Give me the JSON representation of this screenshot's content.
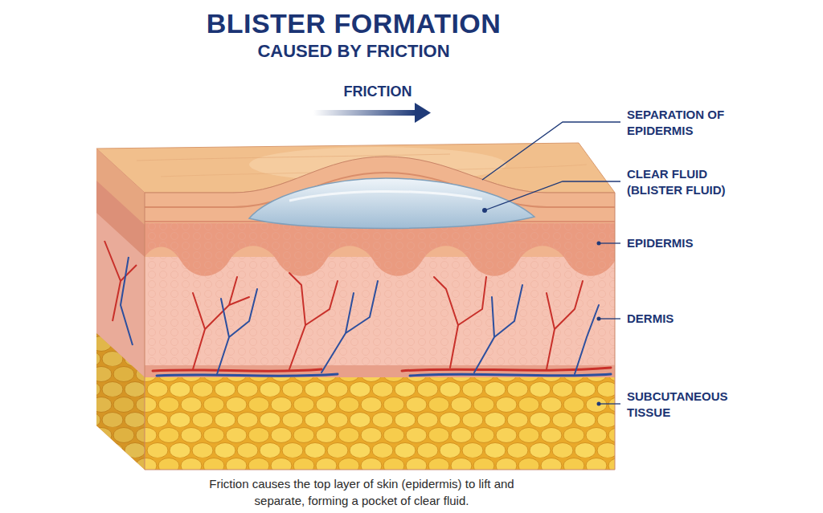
{
  "diagram": {
    "title": "BLISTER FORMATION",
    "caption": "Friction causes the top layer of skin (epidermis) to lift and separate, forming a pocket of clear fluid.",
    "labels": [
      "CAUSED BY FRICTION",
      "FRICTION",
      "SEPARATION OF EPIDERMIS",
      "CLEAR FLUID (BLISTER FLUID)",
      "EPIDERMIS",
      "DERMIS",
      "SUBCUTANEOUS TISSUE"
    ]
  }
}
